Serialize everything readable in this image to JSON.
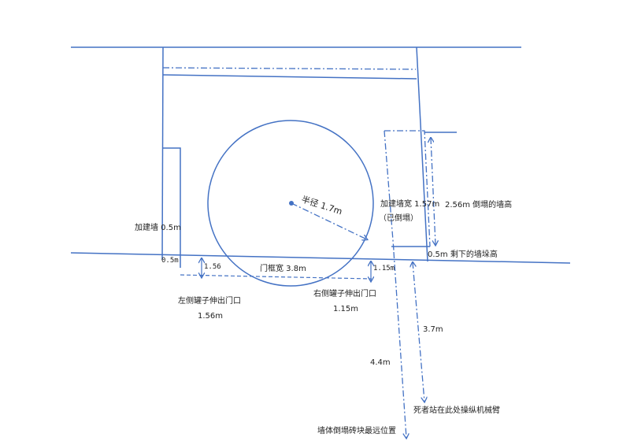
{
  "labels": {
    "radius": "半径 1.7m",
    "added_wall_width": "加建墙宽 1.57m",
    "collapsed": "（已倒塌）",
    "collapsed_wall_height": "2.56m 倒塌的墙高",
    "added_wall": "加建墙 0.5m",
    "small_05_left": "0.5m",
    "dim_156_small": "1.56",
    "door_width": "门框宽 3.8m",
    "dim_115_small": "1.15m",
    "remaining_wall": "0.5m 剩下的墙垛高",
    "left_tank_line1": "左侧罐子伸出门口",
    "left_tank_line2": "1.56m",
    "right_tank_line1": "右侧罐子伸出门口",
    "right_tank_line2": "1.15m",
    "dist_37": "3.7m",
    "dist_44": "4.4m",
    "victim_position": "死者站在此处操纵机械臂",
    "debris_farthest": "墙体倒塌砖块最远位置"
  },
  "colors": {
    "line": "#4472c4",
    "text": "#222222"
  }
}
